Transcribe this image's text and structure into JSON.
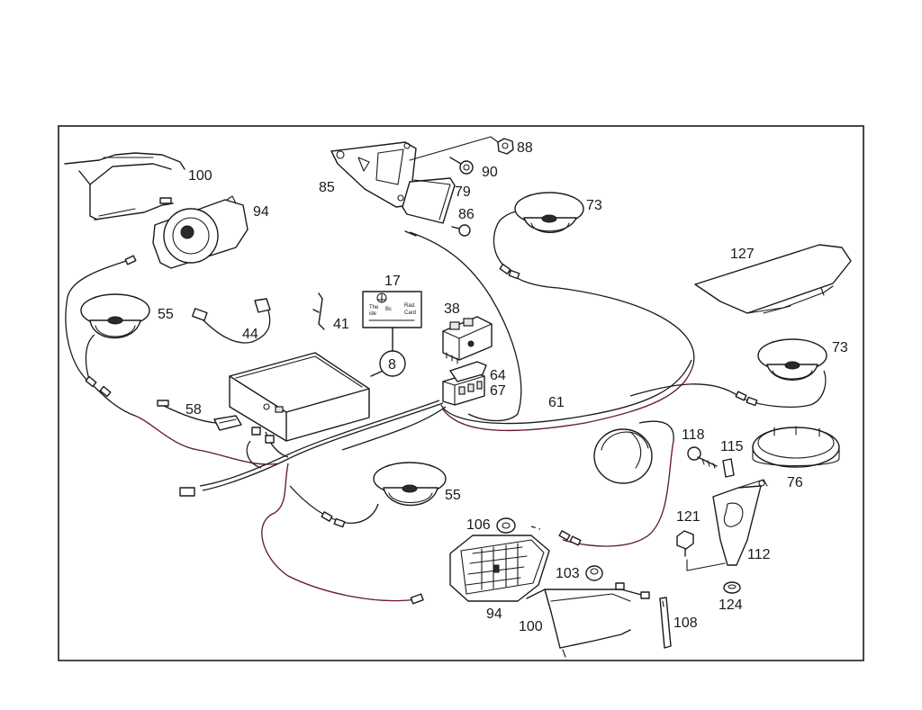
{
  "callouts": [
    {
      "id": "100a",
      "text": "100"
    },
    {
      "id": "94a",
      "text": "94"
    },
    {
      "id": "85",
      "text": "85"
    },
    {
      "id": "88",
      "text": "88"
    },
    {
      "id": "90",
      "text": "90"
    },
    {
      "id": "79",
      "text": "79"
    },
    {
      "id": "86",
      "text": "86"
    },
    {
      "id": "73a",
      "text": "73"
    },
    {
      "id": "127",
      "text": "127"
    },
    {
      "id": "55a",
      "text": "55"
    },
    {
      "id": "44",
      "text": "44"
    },
    {
      "id": "41",
      "text": "41"
    },
    {
      "id": "17",
      "text": "17"
    },
    {
      "id": "38",
      "text": "38"
    },
    {
      "id": "8",
      "text": "8"
    },
    {
      "id": "64",
      "text": "64"
    },
    {
      "id": "67",
      "text": "67"
    },
    {
      "id": "61",
      "text": "61"
    },
    {
      "id": "73b",
      "text": "73"
    },
    {
      "id": "58",
      "text": "58"
    },
    {
      "id": "118",
      "text": "118"
    },
    {
      "id": "115",
      "text": "115"
    },
    {
      "id": "76",
      "text": "76"
    },
    {
      "id": "55b",
      "text": "55"
    },
    {
      "id": "121",
      "text": "121"
    },
    {
      "id": "106",
      "text": "106"
    },
    {
      "id": "112",
      "text": "112"
    },
    {
      "id": "103",
      "text": "103"
    },
    {
      "id": "124",
      "text": "124"
    },
    {
      "id": "94b",
      "text": "94"
    },
    {
      "id": "100b",
      "text": "100"
    },
    {
      "id": "108",
      "text": "108"
    }
  ],
  "id_card": {
    "line1_left": "The",
    "line1_mid": "Bc",
    "line1_right": "Rad.",
    "line2_left": "ide",
    "line2_right": "Card"
  }
}
